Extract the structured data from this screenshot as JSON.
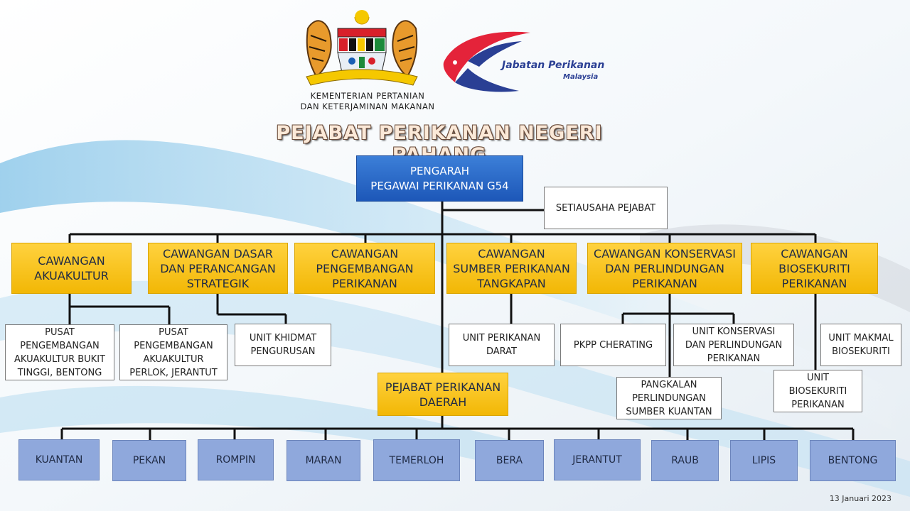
{
  "header": {
    "ministry_line1": "KEMENTERIAN PERTANIAN",
    "ministry_line2": "DAN KETERJAMINAN MAKANAN",
    "agency_logo_text1": "Jabatan Perikanan",
    "agency_logo_text2": "Malaysia",
    "title": "PEJABAT PERIKANAN NEGERI PAHANG"
  },
  "director": {
    "line1": "PENGARAH",
    "line2": "PEGAWAI PERIKANAN G54"
  },
  "secretary": "SETIAUSAHA PEJABAT",
  "branches": [
    {
      "line1": "CAWANGAN",
      "line2": "AKUAKULTUR"
    },
    {
      "line1": "CAWANGAN DASAR",
      "line2": "DAN PERANCANGAN",
      "line3": "STRATEGIK"
    },
    {
      "line1": "CAWANGAN",
      "line2": "PENGEMBANGAN",
      "line3": "PERIKANAN"
    },
    {
      "line1": "CAWANGAN",
      "line2": "SUMBER PERIKANAN",
      "line3": "TANGKAPAN"
    },
    {
      "line1": "CAWANGAN KONSERVASI",
      "line2": "DAN PERLINDUNGAN",
      "line3": "PERIKANAN"
    },
    {
      "line1": "CAWANGAN",
      "line2": "BIOSEKURITI",
      "line3": "PERIKANAN"
    }
  ],
  "units": [
    {
      "line1": "PUSAT",
      "line2": "PENGEMBANGAN",
      "line3": "AKUAKULTUR BUKIT",
      "line4": "TINGGI, BENTONG"
    },
    {
      "line1": "PUSAT",
      "line2": "PENGEMBANGAN",
      "line3": "AKUAKULTUR",
      "line4": "PERLOK, JERANTUT"
    },
    {
      "line1": "UNIT KHIDMAT",
      "line2": "PENGURUSAN"
    },
    {
      "line1": "UNIT PERIKANAN",
      "line2": "DARAT"
    },
    {
      "line1": "PKPP CHERATING"
    },
    {
      "line1": "UNIT KONSERVASI",
      "line2": "DAN PERLINDUNGAN",
      "line3": "PERIKANAN"
    },
    {
      "line1": "PANGKALAN",
      "line2": "PERLINDUNGAN",
      "line3": "SUMBER KUANTAN"
    },
    {
      "line1": "UNIT MAKMAL",
      "line2": "BIOSEKURITI"
    },
    {
      "line1": "UNIT",
      "line2": "BIOSEKURITI",
      "line3": "PERIKANAN"
    }
  ],
  "district_office": {
    "line1": "PEJABAT PERIKANAN",
    "line2": "DAERAH"
  },
  "districts": [
    "KUANTAN",
    "PEKAN",
    "ROMPIN",
    "MARAN",
    "TEMERLOH",
    "BERA",
    "JERANTUT",
    "RAUB",
    "LIPIS",
    "BENTONG"
  ],
  "date": "13 Januari 2023",
  "colors": {
    "director": "#1d57b8",
    "branch": "#f2b705",
    "district": "#8fa8dc",
    "unit": "#ffffff"
  }
}
